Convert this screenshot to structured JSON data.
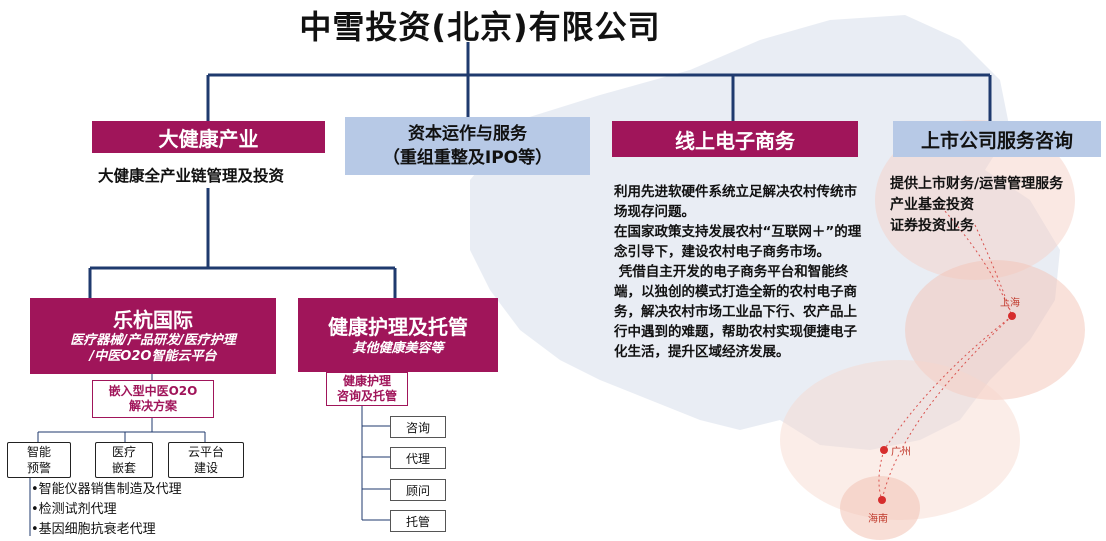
{
  "title": "中雪投资(北京)有限公司",
  "branches": [
    {
      "title": "大健康产业",
      "desc": "大健康全产业链管理及投资"
    },
    {
      "title_line1": "资本运作与服务",
      "title_line2": "（重组重整及IPO等）"
    },
    {
      "title": "线上电子商务",
      "paragraphs": [
        "利用先进软硬件系统立足解决农村传统市场现存问题。",
        "在国家政策支持发展农村“互联网＋”的理念引导下，建设农村电子商务市场。",
        " 凭借自主开发的电子商务平台和智能终端，以独创的模式打造全新的农村电子商务，解决农村市场工业品下行、农产品上行中遇到的难题，帮助农村实现便捷电子化生活，提升区域经济发展。"
      ]
    },
    {
      "title": "上市公司服务咨询",
      "items": [
        "提供上市财务/运营管理服务",
        "产业基金投资",
        "证券投资业务"
      ]
    }
  ],
  "lehang": {
    "title": "乐杭国际",
    "sub1": "医疗器械/产品研发/医疗护理",
    "sub2": "/中医O2O智能云平台",
    "solution_line1": "嵌入型中医O2O",
    "solution_line2": "解决方案",
    "boxes": [
      {
        "line1": "智能",
        "line2": "预警"
      },
      {
        "line1": "医疗",
        "line2": "嵌套"
      },
      {
        "line1": "云平台",
        "line2": "建设"
      }
    ],
    "bullets": [
      "•智能仪器销售制造及代理",
      "•检测试剂代理",
      "•基因细胞抗衰老代理"
    ]
  },
  "health": {
    "title": "健康护理及托管",
    "sub": "其他健康美容等",
    "service_line1": "健康护理",
    "service_line2": "咨询及托管",
    "items": [
      "咨询",
      "代理",
      "顾问",
      "托管"
    ]
  },
  "map": {
    "cities": [
      "上海",
      "广州",
      "海南"
    ]
  },
  "colors": {
    "accent": "#a0155a",
    "blue": "#b7c9e6",
    "line": "#1f3a6e"
  }
}
